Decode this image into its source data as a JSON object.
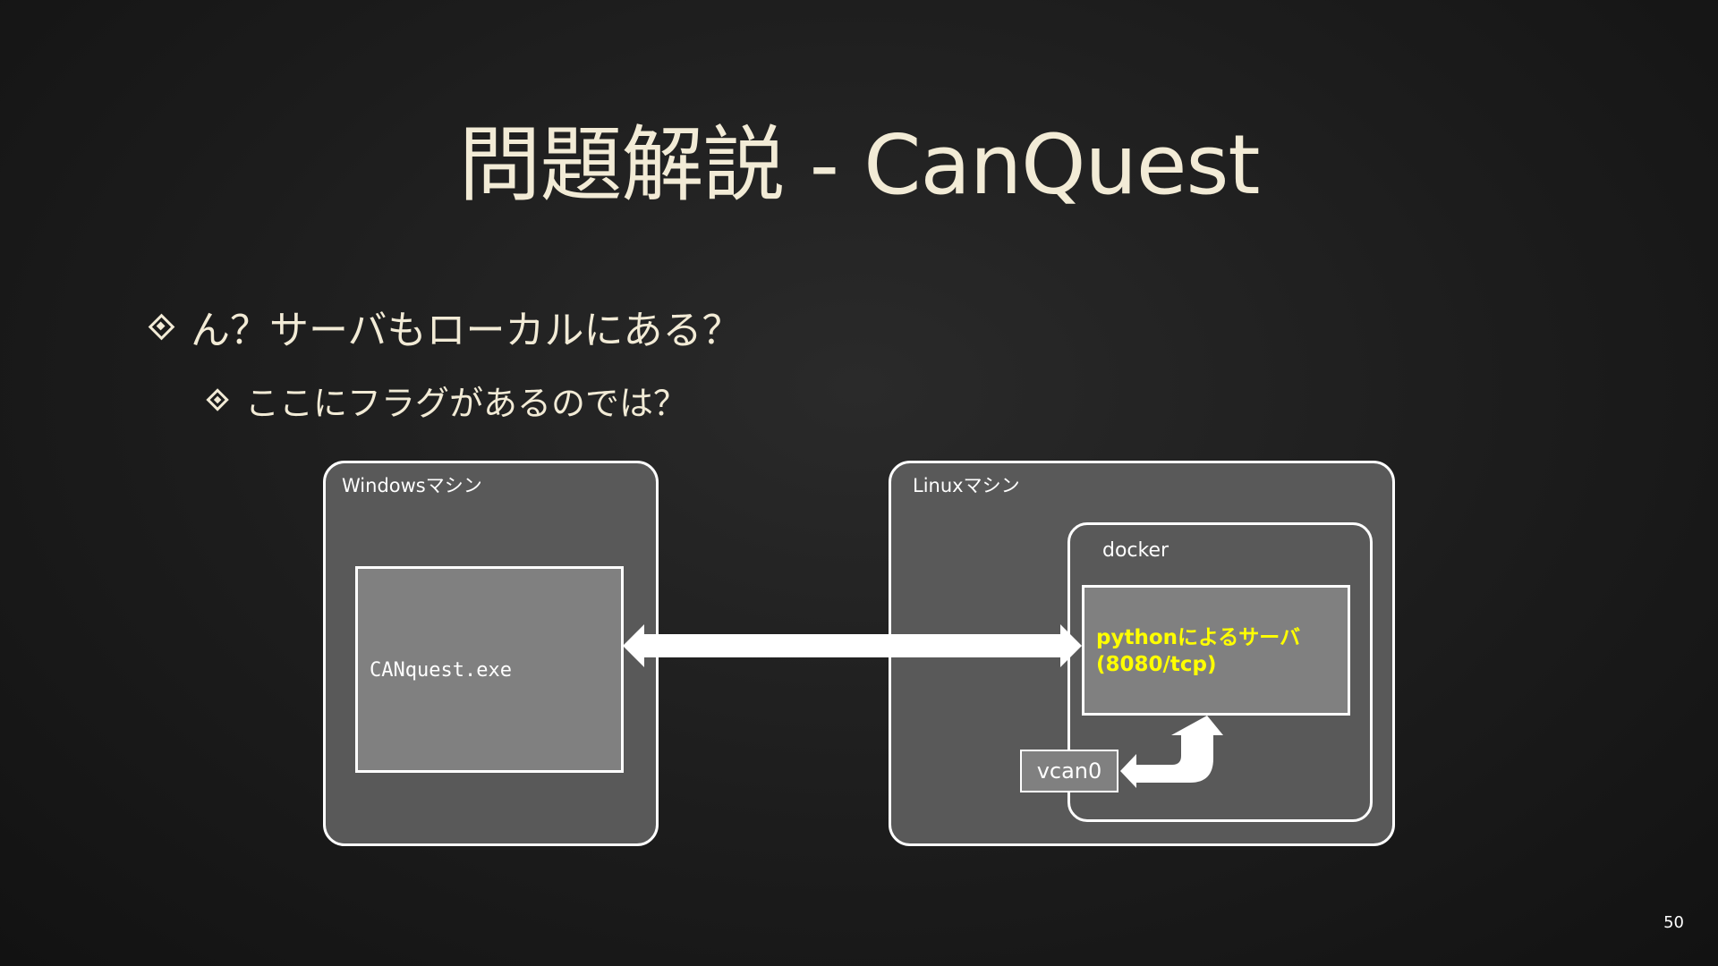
{
  "slide": {
    "title": "問題解説 - CanQuest",
    "bullets": [
      {
        "level": 1,
        "text": "ん？サーバもローカルにある？"
      },
      {
        "level": 2,
        "text": "ここにフラグがあるのでは？"
      }
    ],
    "page_number": "50"
  },
  "diagram": {
    "windows_machine": {
      "label": "Windowsマシン",
      "app_label": "CANquest.exe"
    },
    "linux_machine": {
      "label": "Linuxマシン",
      "docker_label": "docker",
      "server_label_line1": "pythonによるサーバ",
      "server_label_line2": "(8080/tcp)",
      "vcan_label": "vcan0"
    },
    "colors": {
      "title_text": "#f2ebd6",
      "machine_fill": "#595959",
      "inner_fill": "#808080",
      "outline": "#ffffff",
      "server_text": "#ffff00",
      "arrow": "#ffffff"
    }
  }
}
